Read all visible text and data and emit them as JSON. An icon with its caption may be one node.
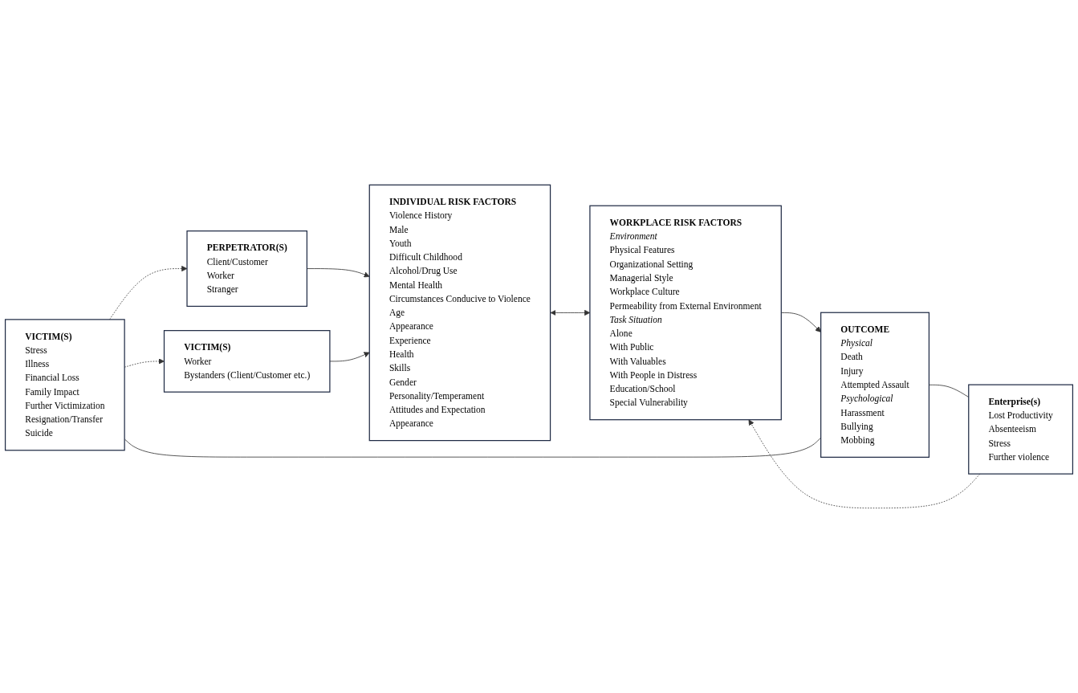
{
  "diagram": {
    "nodes": [
      {
        "text": [
          "PERPETRATOR(S)",
          "Client/Customer",
          "Worker",
          "Stranger"
        ]
      },
      {
        "text": [
          "VICTIM(S)",
          "Worker",
          "Bystanders (Client/Customer etc.)"
        ]
      },
      {
        "text": [
          "INDIVIDUAL RISK FACTORS",
          "Violence History",
          "Male",
          "Youth",
          "Difficult Childhood",
          "Alcohol/Drug Use",
          "Mental Health",
          "Circumstances Conducive to Violence",
          "Age",
          "Appearance",
          "Experience",
          "Health",
          "Skills",
          "Gender",
          "Personality/Temperament",
          "Attitudes and Expectation",
          "Appearance"
        ]
      },
      {
        "text": [
          "WORKPLACE RISK FACTORS",
          "*Environment*",
          "Physical Features",
          "Organizational Setting",
          "Managerial Style",
          "Workplace Culture",
          "Permeability from External Environment",
          "*Task Situation*",
          "Alone",
          "With Public",
          "With Valuables",
          "With People in Distress",
          "Education/School",
          "Special Vulnerability"
        ]
      },
      {
        "text": [
          "VICTIM(S)",
          "Stress",
          "Illness",
          "Financial Loss",
          "Family Impact",
          "Further Victimization",
          "Resignation/Transfer",
          "Suicide"
        ]
      },
      {
        "text": [
          "OUTCOME",
          "*Physical*",
          "Death",
          "Injury",
          "Attempted Assault",
          "*Psychological*",
          "Harassment",
          "Bullying",
          "Mobbing"
        ]
      },
      {
        "text": [
          "Enterprise(s)",
          "Lost Productivity",
          "Absenteeism",
          "Stress",
          "Further violence"
        ]
      }
    ],
    "edges": [
      {
        "from": 4,
        "to": 0,
        "arrow": "to",
        "style": "dashed"
      },
      {
        "from": 4,
        "to": 1,
        "arrow": "to",
        "style": "dashed"
      },
      {
        "from": 0,
        "to": 2,
        "arrow": "to"
      },
      {
        "from": 1,
        "to": 2,
        "arrow": "to"
      },
      {
        "from": 2,
        "to": 3,
        "arrow": "both"
      },
      {
        "from": 3,
        "to": 5,
        "arrow": "to"
      },
      {
        "from": 4,
        "to": 5,
        "arrow": "none"
      },
      {
        "from": 5,
        "to": 6,
        "arrow": "none"
      },
      {
        "from": 6,
        "to": 3,
        "arrow": "to",
        "style": "dashed"
      }
    ]
  }
}
